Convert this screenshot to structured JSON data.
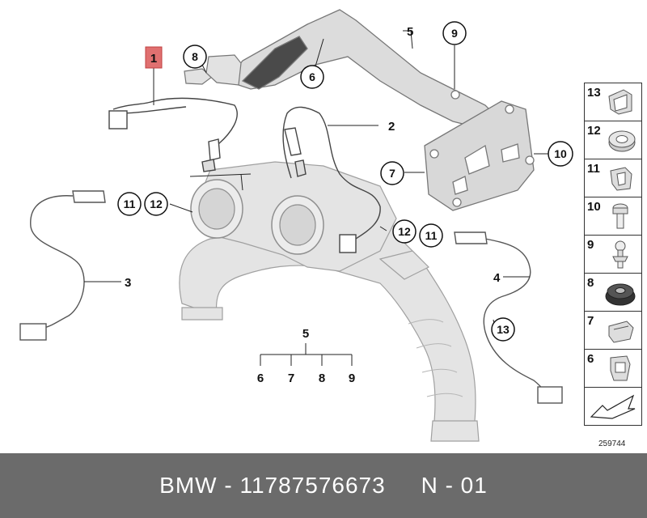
{
  "callouts": {
    "c1": "1",
    "c2": "2",
    "c3": "3",
    "c4": "4",
    "c5": "5",
    "c6": "6",
    "c7": "7",
    "c8": "8",
    "c9": "9",
    "c10": "10",
    "c11a": "11",
    "c11b": "11",
    "c12a": "12",
    "c12b": "12",
    "c13": "13"
  },
  "tree": {
    "root": "5",
    "children": [
      "6",
      "7",
      "8",
      "9"
    ]
  },
  "legend": [
    {
      "num": "13",
      "icon": "clip-icon"
    },
    {
      "num": "12",
      "icon": "grommet-ring-icon"
    },
    {
      "num": "11",
      "icon": "bracket-clip-icon"
    },
    {
      "num": "10",
      "icon": "hex-bolt-icon"
    },
    {
      "num": "9",
      "icon": "ball-stud-icon"
    },
    {
      "num": "8",
      "icon": "rubber-mount-icon"
    },
    {
      "num": "7",
      "icon": "spring-clip-icon"
    },
    {
      "num": "6",
      "icon": "cable-clip-icon"
    },
    {
      "num": "",
      "icon": "arrow-icon"
    }
  ],
  "diagram_id": "259744",
  "footer": {
    "text": "BMW - 11787576673     N - 01"
  },
  "colors": {
    "highlight": "#e07070",
    "footer_bg": "#6b6b6b",
    "part_fill": "#e4e4e4",
    "part_stroke": "#9a9a9a"
  }
}
